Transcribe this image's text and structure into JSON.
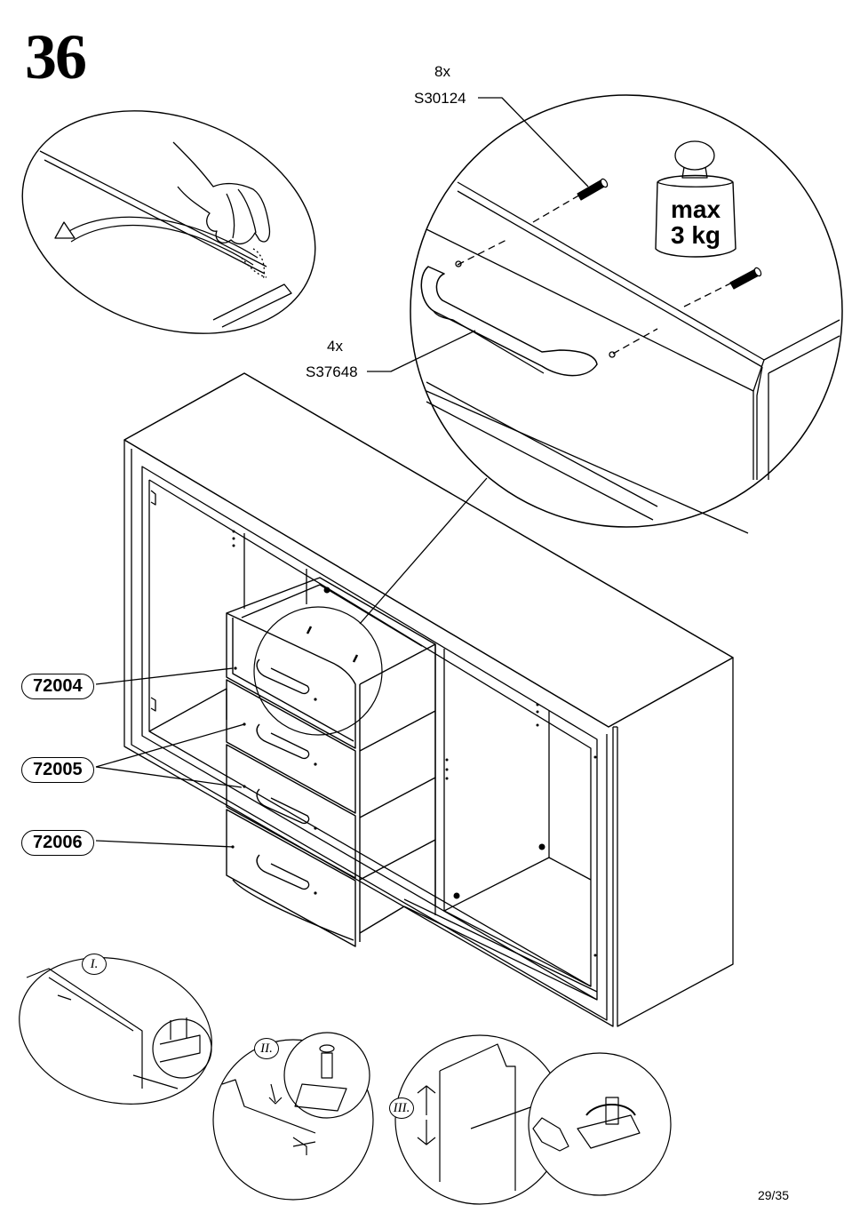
{
  "step": "36",
  "hardware": {
    "screw": {
      "qty": "8x",
      "code": "S30124"
    },
    "handle": {
      "qty": "4x",
      "code": "S37648"
    }
  },
  "weight_limit": {
    "line1": "max",
    "line2": "3 kg"
  },
  "parts": [
    {
      "code": "72004"
    },
    {
      "code": "72005"
    },
    {
      "code": "72006"
    }
  ],
  "detail_steps": [
    "I.",
    "II.",
    "III."
  ],
  "page_number": "29/35"
}
